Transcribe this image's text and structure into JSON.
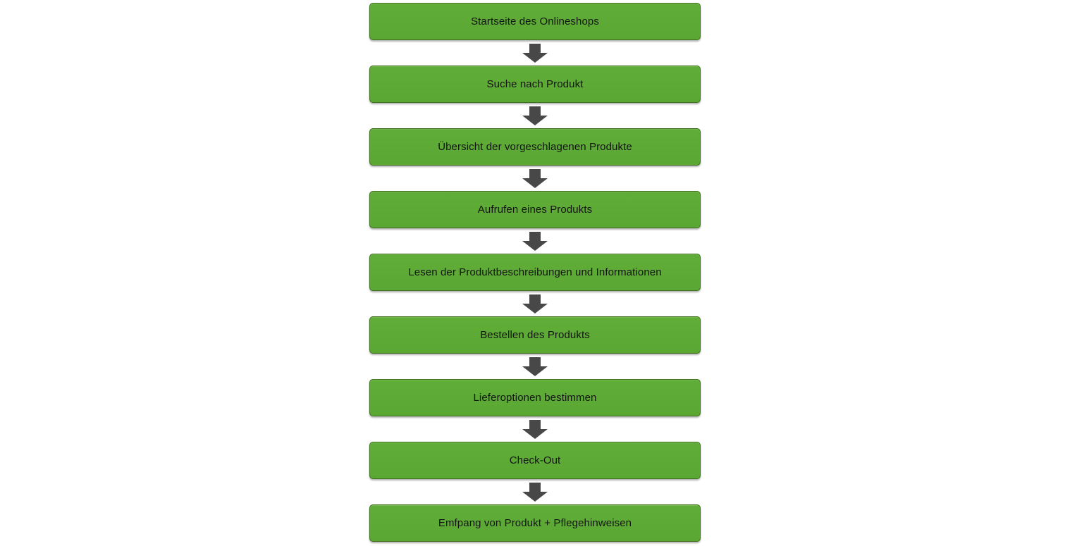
{
  "steps": [
    {
      "label": "Startseite des Onlineshops"
    },
    {
      "label": "Suche nach Produkt"
    },
    {
      "label": "Übersicht der vorgeschlagenen Produkte"
    },
    {
      "label": "Aufrufen eines Produkts"
    },
    {
      "label": "Lesen der Produktbeschreibungen und Informationen"
    },
    {
      "label": "Bestellen des Produkts"
    },
    {
      "label": "Lieferoptionen bestimmen"
    },
    {
      "label": "Check-Out"
    },
    {
      "label": "Emfpang von Produkt + Pflegehinweisen"
    }
  ],
  "colors": {
    "box_fill": "#5aa733",
    "box_fill_light": "#60ad38",
    "box_border": "#41701f",
    "arrow": "#484848",
    "text": "#141414",
    "background": "#ffffff"
  }
}
